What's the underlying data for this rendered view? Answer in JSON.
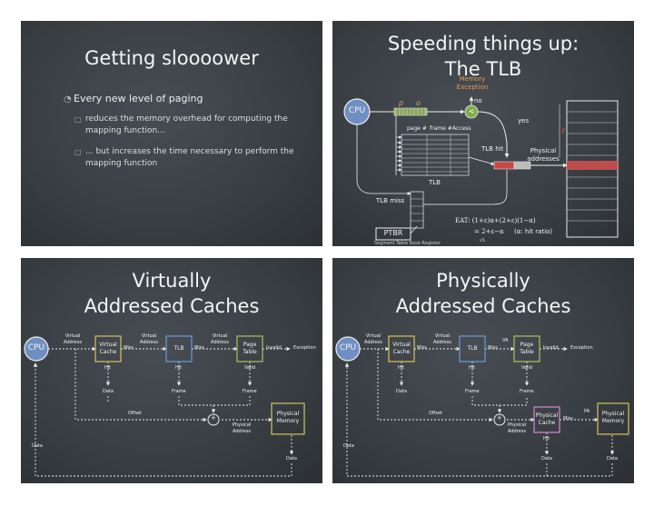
{
  "slide1": {
    "title": "Getting sloooower",
    "bullet": "Every new level of paging",
    "sub1": "reduces the memory overhead for computing the mapping function...",
    "sub2": "... but increases the time necessary to perform the mapping function"
  },
  "slide2": {
    "title_line1": "Speeding things up:",
    "title_line2": "The TLB",
    "cpu": "CPU",
    "memory_exception": "Memory Exception",
    "no": "no",
    "yes": "yes",
    "lt": "<",
    "p": "p",
    "o": "o",
    "f": "f",
    "col_page": "page #",
    "col_frame": "frame #",
    "col_access": "Access",
    "tlb_hit": "TLB hit",
    "physical_addresses": "Physical addresses",
    "tlb": "TLB",
    "tlb_miss": "TLB miss",
    "ptbr": "PTBR",
    "ptbr_caption": "Segment Table Base Register",
    "eat_line1": "EAT:  (1+ε)α+(2+ε)(1−α)",
    "eat_line2": "= 2+ε−α",
    "eat_note": "(α: hit ratio)",
    "eat_sub": "εS"
  },
  "slide3": {
    "title_line1": "Virtually",
    "title_line2": "Addressed Caches",
    "cpu": "CPU",
    "virtual_address_1": "Virtual Address",
    "virtual_cache": "Virtual Cache",
    "miss_1": "Miss",
    "virtual_address_2": "Virtual Address",
    "tlb": "TLB",
    "miss_2": "Miss",
    "virtual_address_3": "Virtual Address",
    "page_table": "Page Table",
    "invalid": "Invalid",
    "exception": "Exception",
    "hit_1": "Hit",
    "hit_2": "Hit",
    "valid": "Valid",
    "data_1": "Data",
    "frame_1": "Frame",
    "frame_2": "Frame",
    "offset": "Offset",
    "plus": "+",
    "physical_address": "Physical Address",
    "physical_memory": "Physical Memory",
    "data_left": "Data",
    "data_bottom": "Data"
  },
  "slide4": {
    "title_line1": "Physically",
    "title_line2": "Addressed Caches",
    "cpu": "CPU",
    "virtual_address_1": "Virtual Address",
    "virtual_cache": "Virtual Cache",
    "miss_1": "Miss",
    "virtual_address_2": "Virtual Address",
    "tlb": "TLB",
    "miss_2": "Miss",
    "va": "VA",
    "page_table": "Page Table",
    "invalid": "Invalid",
    "exception": "Exception",
    "hit_1": "Hit",
    "hit_2": "Hit",
    "valid": "Valid",
    "data_1": "Data",
    "frame_1": "Frame",
    "frame_2": "Frame",
    "offset": "Offset",
    "plus": "+",
    "physical_address": "Physical Address",
    "physical_cache": "Physical Cache",
    "miss_3": "Miss",
    "pa": "PA",
    "physical_memory": "Physical Memory",
    "hit_3": "Hit",
    "data_left": "Data",
    "data_bottom_1": "Data",
    "data_bottom_2": "Data"
  },
  "colors": {
    "slide_bg": "#3a3f44",
    "chalk": "#f2f2f2",
    "cpu_blue": "#6f8fc2",
    "yellow": "#d8c25a",
    "blue_box": "#6e9ad6",
    "green_box": "#a9c45a",
    "pink_box": "#d68ad0",
    "red": "#e04a4a",
    "orange": "#e0a050",
    "green_circle": "#7fae4a"
  }
}
